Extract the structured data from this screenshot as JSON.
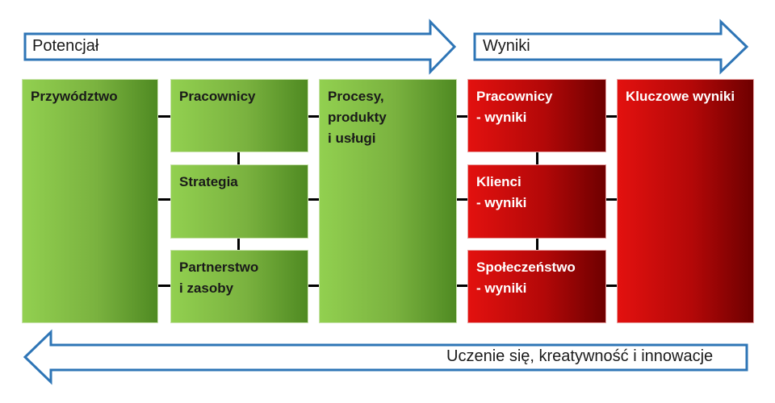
{
  "arrows": {
    "potential": "Potencjał",
    "results": "Wyniki",
    "learning": "Uczenie się, kreatywność i innowacje"
  },
  "enablers": {
    "leadership": "Przywództwo",
    "people": "Pracownicy",
    "strategy": "Strategia",
    "partnerships": "Partnerstwo\ni zasoby",
    "processes": "Procesy,\nprodukty\ni usługi"
  },
  "results": {
    "people": "Pracownicy\n- wyniki",
    "customers": "Klienci\n- wyniki",
    "society": "Społeczeństwo\n- wyniki",
    "key": "Kluczowe wyniki"
  },
  "colors": {
    "arrow_outline": "#2e75b6",
    "green": "#92d050",
    "red": "#e3110f"
  }
}
